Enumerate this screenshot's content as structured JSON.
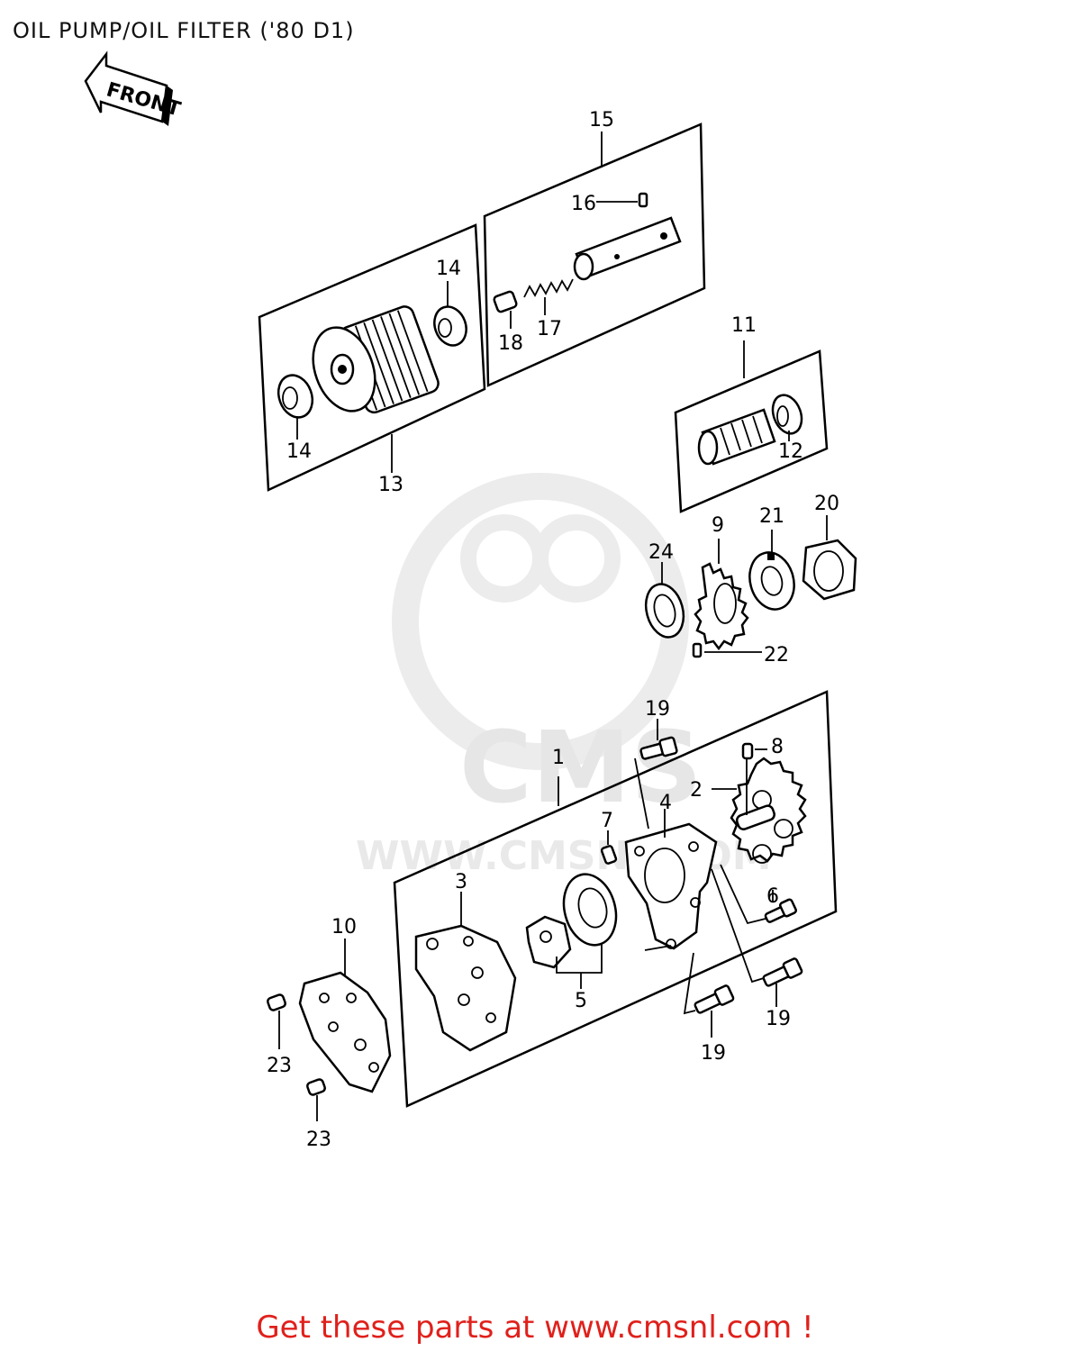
{
  "page": {
    "title": "OIL PUMP/OIL FILTER ('80 D1)",
    "promo_text": "Get these parts at www.cmsnl.com !",
    "promo_color": "#e0201b"
  },
  "diagram": {
    "front_arrow_label": "FRONT",
    "watermark": {
      "logo_text": "CMS",
      "url_text": "WWW.CMSNL.COM"
    },
    "callouts": {
      "c1": "1",
      "c2": "2",
      "c3": "3",
      "c4": "4",
      "c5": "5",
      "c6": "6",
      "c7": "7",
      "c8": "8",
      "c9": "9",
      "c10": "10",
      "c11": "11",
      "c12": "12",
      "c13": "13",
      "c14a": "14",
      "c14b": "14",
      "c15": "15",
      "c16": "16",
      "c17": "17",
      "c18": "18",
      "c19a": "19",
      "c19b": "19",
      "c19c": "19",
      "c20": "20",
      "c21": "21",
      "c22": "22",
      "c23a": "23",
      "c23b": "23",
      "c24": "24"
    }
  }
}
